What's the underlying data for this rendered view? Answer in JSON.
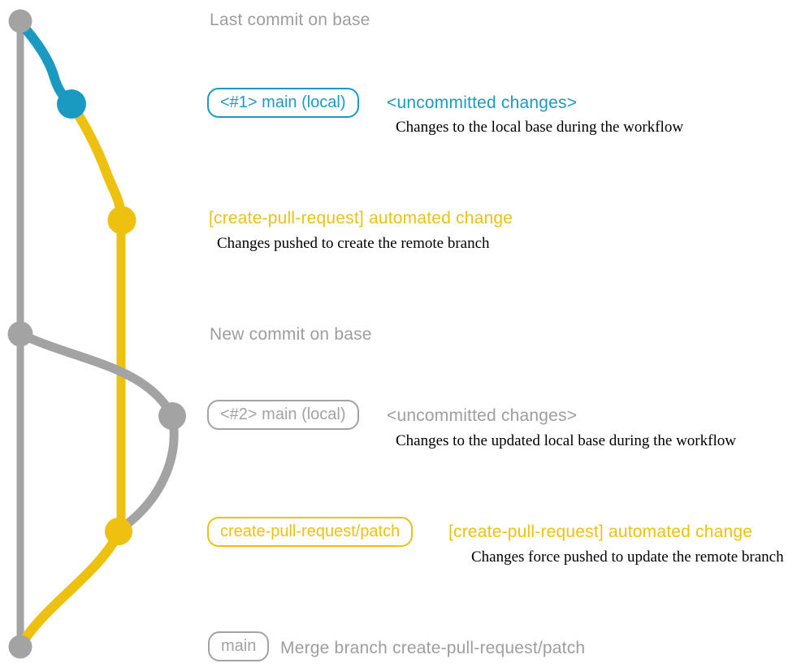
{
  "colors": {
    "gray": "#a3a3a3",
    "text_gray": "#9e9e9e",
    "blue": "#1b9ac1",
    "yellow": "#eec111",
    "detail_black": "#000000"
  },
  "diagram": {
    "branches": [
      {
        "name": "base",
        "color_key": "gray"
      },
      {
        "name": "main (local)",
        "color_key": "blue"
      },
      {
        "name": "create-pull-request/patch",
        "color_key": "yellow"
      }
    ],
    "events": [
      {
        "id": "last-base",
        "label": "Last commit on base"
      },
      {
        "id": "main-1",
        "badge": "<#1> main (local)",
        "heading": "<uncommitted changes>",
        "detail": "Changes to the local base during the workflow"
      },
      {
        "id": "patch-1",
        "heading": "[create-pull-request] automated change",
        "detail": "Changes pushed to create the remote branch"
      },
      {
        "id": "new-base",
        "label": "New commit on base"
      },
      {
        "id": "main-2",
        "badge": "<#2> main (local)",
        "heading": "<uncommitted changes>",
        "detail": "Changes to the updated local base during the workflow"
      },
      {
        "id": "patch-2",
        "badge": "create-pull-request/patch",
        "heading": "[create-pull-request] automated change",
        "detail": "Changes force pushed to update the remote branch"
      },
      {
        "id": "merge",
        "badge": "main",
        "label": "Merge branch create-pull-request/patch"
      }
    ]
  }
}
